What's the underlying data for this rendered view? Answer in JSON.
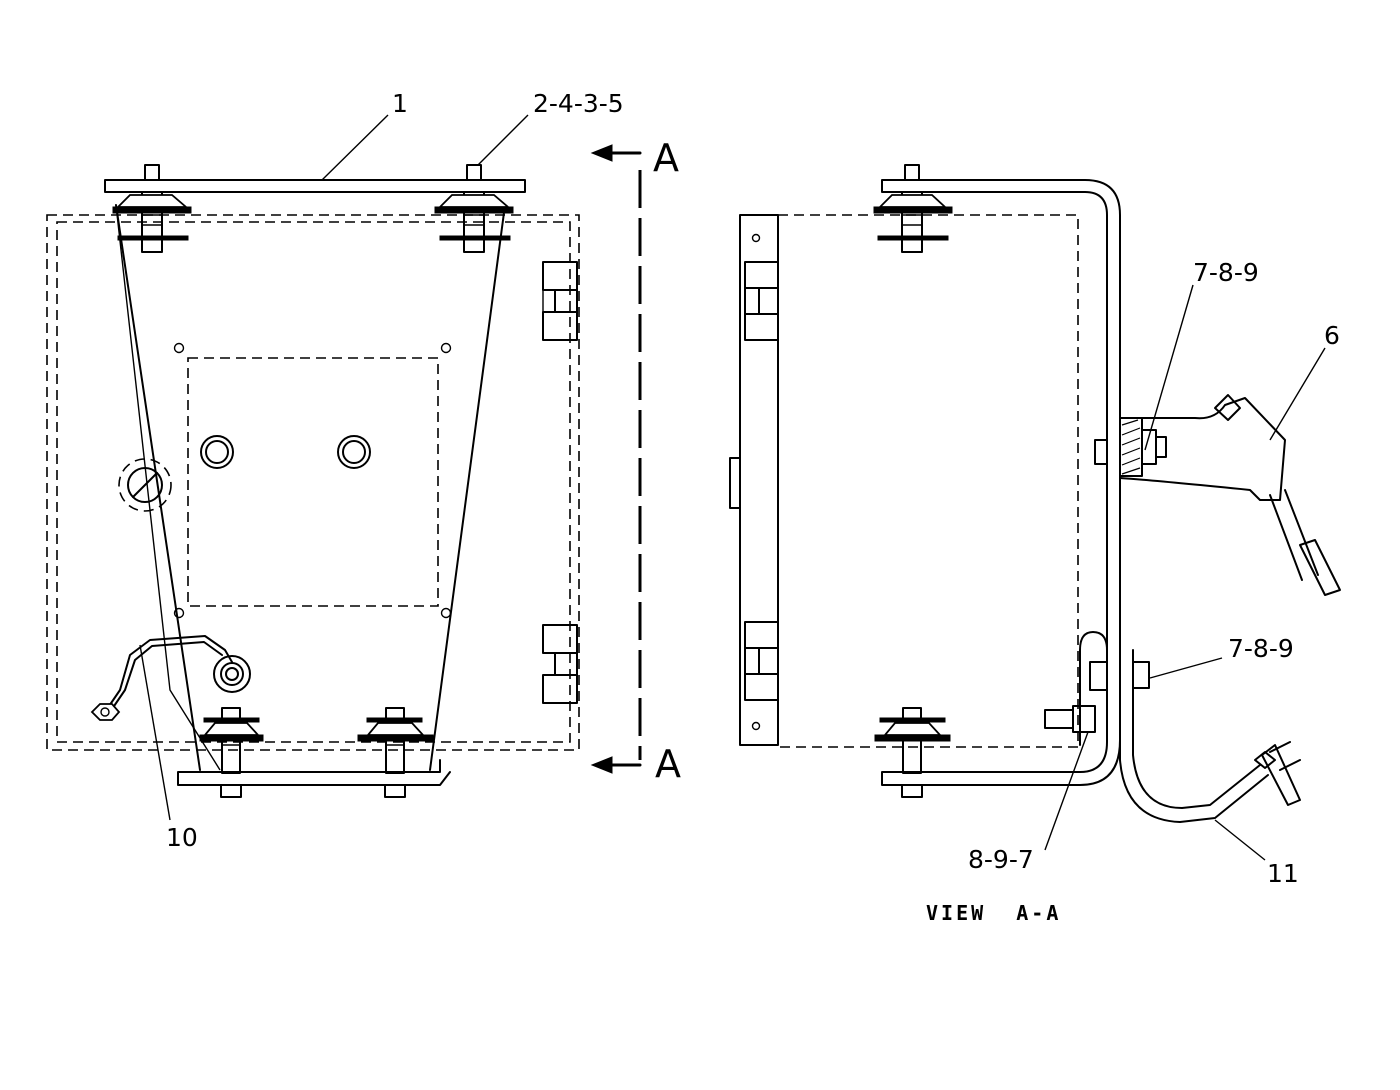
{
  "callouts": {
    "c1": "1",
    "c2": "2-4-3-5",
    "c3": "10",
    "c4": "7-8-9",
    "c5": "6",
    "c6": "7-8-9",
    "c7": "8-9-7",
    "c8": "11"
  },
  "section_marks": {
    "top": "A",
    "bottom": "A"
  },
  "view_title": "VIEW  A-A"
}
